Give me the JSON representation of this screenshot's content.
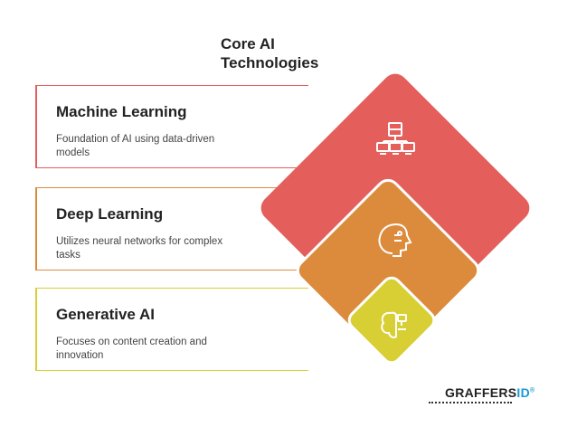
{
  "title": "Core AI\nTechnologies",
  "items": [
    {
      "heading": "Machine Learning",
      "description": "Foundation of AI using data-driven models",
      "color": "#e45e5b",
      "icon": "network-computers-icon"
    },
    {
      "heading": "Deep Learning",
      "description": "Utilizes neural networks for complex tasks",
      "color": "#dc8b3c",
      "icon": "head-circuit-icon"
    },
    {
      "heading": "Generative AI",
      "description": "Focuses on content creation and innovation",
      "color": "#d8cf35",
      "icon": "ai-brain-icon"
    }
  ],
  "logo": {
    "text_main": "GRAFFERS",
    "text_accent": "ID",
    "mark": "®"
  }
}
